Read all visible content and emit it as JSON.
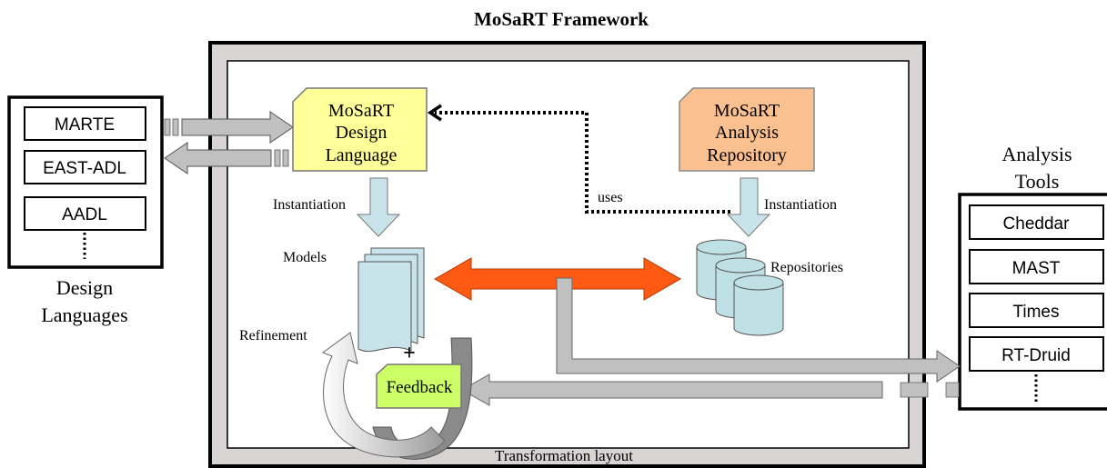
{
  "title": "MoSaRT Framework",
  "design_languages": {
    "caption_line1": "Design",
    "caption_line2": "Languages",
    "items": [
      "MARTE",
      "EAST-ADL",
      "AADL"
    ]
  },
  "analysis_tools": {
    "caption_line1": "Analysis",
    "caption_line2": "Tools",
    "items": [
      "Cheddar",
      "MAST",
      "Times",
      "RT-Druid"
    ]
  },
  "framework": {
    "design_language": {
      "line1": "MoSaRT",
      "line2": "Design",
      "line3": "Language"
    },
    "analysis_repository": {
      "line1": "MoSaRT",
      "line2": "Analysis",
      "line3": "Repository"
    },
    "instantiation_left": "Instantiation",
    "instantiation_right": "Instantiation",
    "uses": "uses",
    "models": "Models",
    "repositories": "Repositories",
    "refinement": "Refinement",
    "plus": "+",
    "feedback": "Feedback",
    "transformation_layout": "Transformation layout"
  },
  "colors": {
    "design_language_fill": "#ffff99",
    "analysis_repository_fill": "#fac090",
    "feedback_fill": "#ccff66",
    "cylinder_fill": "#bfe0e4",
    "down_arrow_fill": "#c8e4ea",
    "orange_arrow": "#ff5a14",
    "gray_arrow": "#c0c0c0",
    "frame_fill": "#d4d0d0"
  }
}
